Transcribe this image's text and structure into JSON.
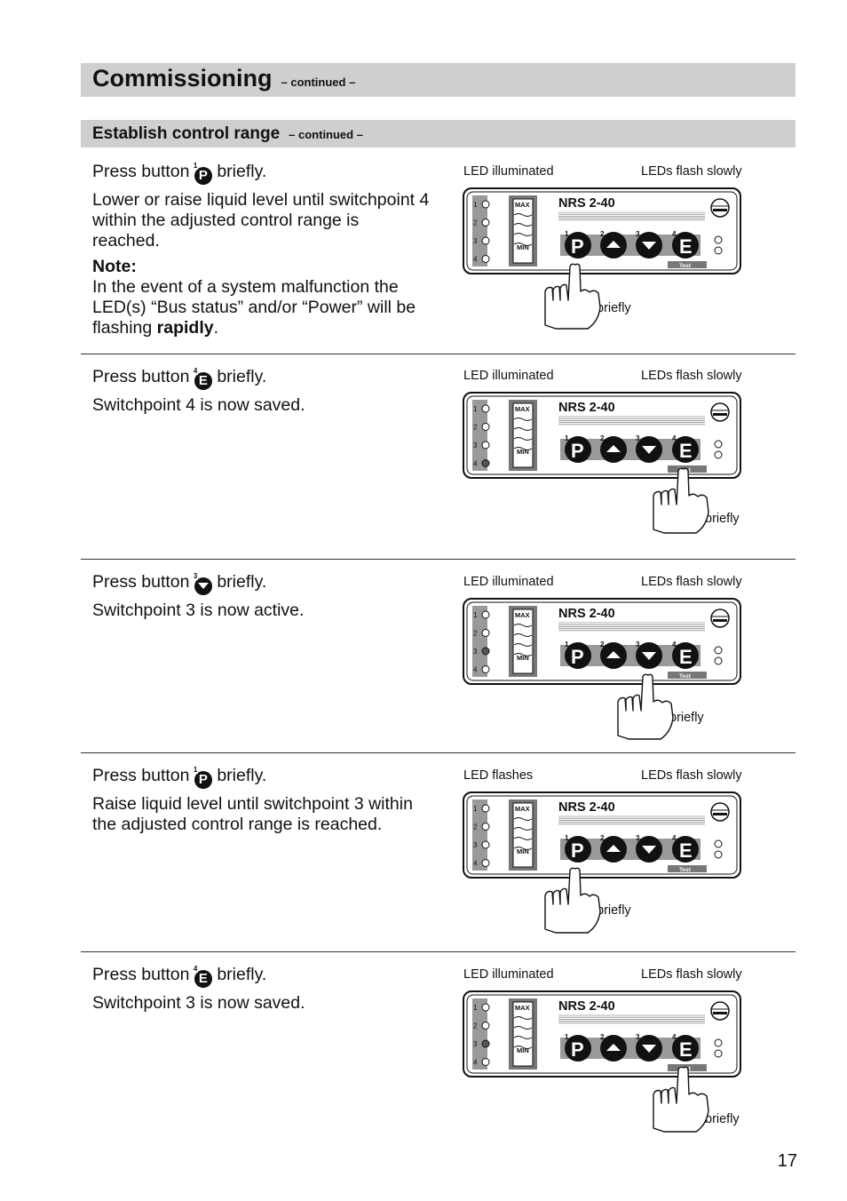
{
  "header": {
    "title": "Commissioning",
    "title_suffix": "– continued –",
    "section": "Establish control range",
    "section_suffix": "– continued –"
  },
  "device": {
    "model": "NRS 2-40",
    "max_label": "MAX",
    "min_label": "MIN",
    "test_label": "Test",
    "led_numbers": [
      "1",
      "2",
      "3",
      "4"
    ],
    "button_numbers": [
      "1",
      "2",
      "3",
      "4"
    ],
    "button_p": "P",
    "button_e": "E"
  },
  "steps": [
    {
      "pre": "Press button",
      "button": "P",
      "post": "briefly.",
      "lines": [
        "Lower or raise liquid level until switchpoint 4 within the adjusted control range is reached."
      ],
      "note_label": "Note:",
      "note_text": "In the event of a system malfunction the LED(s) “Bus status” and/or “Power” will be flashing",
      "note_bold": "rapidly",
      "note_end": ".",
      "led_label": "LED illuminated",
      "flash_label": "LEDs flash slowly",
      "hand_label": "briefly"
    },
    {
      "pre": "Press button",
      "button": "E",
      "post": "briefly.",
      "lines": [
        "Switchpoint 4 is now saved."
      ],
      "led_label": "LED illuminated",
      "flash_label": "LEDs flash slowly",
      "hand_label": "briefly"
    },
    {
      "pre": "Press button",
      "button": "down",
      "post": "briefly.",
      "lines": [
        "Switchpoint 3 is now active."
      ],
      "led_label": "LED illuminated",
      "flash_label": "LEDs flash slowly",
      "hand_label": "briefly"
    },
    {
      "pre": "Press button",
      "button": "P",
      "post": "briefly.",
      "lines": [
        "Raise liquid level until switchpoint 3 within the adjusted control range is reached."
      ],
      "led_label": "LED flashes",
      "flash_label": "LEDs flash slowly",
      "hand_label": "briefly"
    },
    {
      "pre": "Press button",
      "button": "E",
      "post": "briefly.",
      "lines": [
        "Switchpoint 3 is now saved."
      ],
      "led_label": "LED illuminated",
      "flash_label": "LEDs flash slowly",
      "hand_label": "briefly"
    }
  ],
  "page_number": "17"
}
